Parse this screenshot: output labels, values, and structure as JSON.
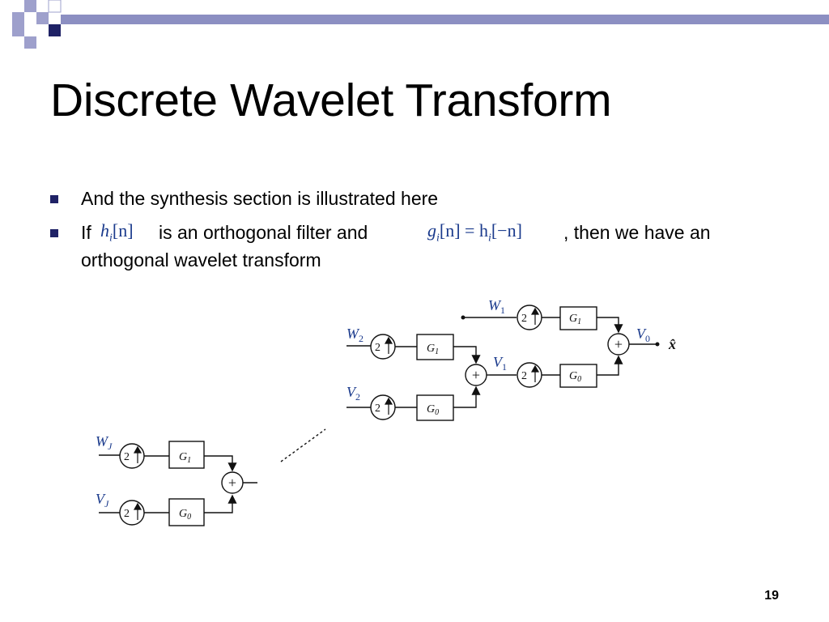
{
  "slide": {
    "title": "Discrete Wavelet Transform",
    "page_number": "19",
    "accent_color": "#1f2266",
    "decor_color": "#9ea0cc"
  },
  "bullets": [
    {
      "text": "And the synthesis section is illustrated here"
    },
    {
      "prefix": "If",
      "math1": "h",
      "math1_sub": "i",
      "math1_arg": "[n]",
      "middle": "is an orthogonal filter and",
      "math2": "g",
      "math2_sub": "i",
      "math2_rest": "[n] = h",
      "math2_sub2": "i",
      "math2_arg": "[−n]",
      "suffix": ", then we have an",
      "line2": "orthogonal wavelet transform"
    }
  ],
  "diagram": {
    "upsample_factor": "2",
    "filters": {
      "g1": "G",
      "g1_sub": "1",
      "g0": "G",
      "g0_sub": "0"
    },
    "adder_symbol": "+",
    "output_symbol": "x̂",
    "labels": {
      "w1": "W",
      "w1_sub": "1",
      "w2": "W",
      "w2_sub": "2",
      "v0": "V",
      "v0_sub": "0",
      "v1": "V",
      "v1_sub": "1",
      "v2": "V",
      "v2_sub": "2",
      "wj": "W",
      "wj_sub": "J",
      "vj": "V",
      "vj_sub": "J"
    }
  }
}
